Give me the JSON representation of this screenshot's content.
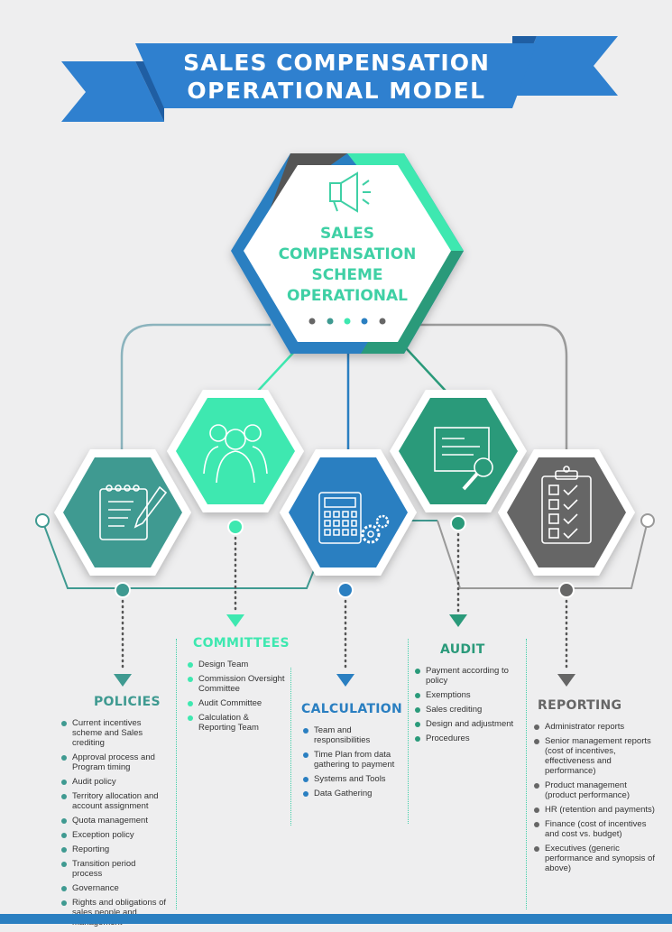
{
  "title": {
    "line1": "SALES COMPENSATION",
    "line2": "OPERATIONAL MODEL"
  },
  "center": {
    "lines": [
      "SALES",
      "COMPENSATION",
      "SCHEME",
      "OPERATIONAL"
    ],
    "icon": "megaphone-icon"
  },
  "colors": {
    "banner": "#2f80cf",
    "banner_dark": "#1f5ea3",
    "teal": "#3f9a91",
    "mint": "#3ee8b0",
    "blue": "#2a7fc1",
    "green": "#2a9a7a",
    "gray": "#666666",
    "center_text": "#3fd0a5"
  },
  "hexes": [
    {
      "name": "policies",
      "icon": "notepad-pencil-icon"
    },
    {
      "name": "committees",
      "icon": "people-group-icon"
    },
    {
      "name": "calculation",
      "icon": "calculator-gear-icon"
    },
    {
      "name": "audit",
      "icon": "document-magnifier-icon"
    },
    {
      "name": "reporting",
      "icon": "checklist-clipboard-icon"
    }
  ],
  "columns": {
    "policies": {
      "title": "POLICIES",
      "items": [
        "Current incentives scheme and  Sales crediting",
        "Approval process and Program timing",
        "Audit policy",
        "Territory allocation and account assignment",
        "Quota management",
        "Exception policy",
        "Reporting",
        "Transition period process",
        "Governance",
        "Rights and obligations of sales people and management"
      ]
    },
    "committees": {
      "title": "COMMITTEES",
      "items": [
        "Design Team",
        "Commission Oversight Committee",
        "Audit Committee",
        "Calculation & Reporting Team"
      ]
    },
    "calculation": {
      "title": "CALCULATION",
      "items": [
        "Team and responsibilities",
        "Time Plan from data gathering to payment",
        "Systems and Tools",
        "Data Gathering"
      ]
    },
    "audit": {
      "title": "AUDIT",
      "items": [
        "Payment according to policy",
        "Exemptions",
        "Sales crediting",
        "Design and adjustment",
        "Procedures"
      ]
    },
    "reporting": {
      "title": "REPORTING",
      "items": [
        "Administrator reports",
        "Senior management reports (cost of incentives, effectiveness and performance)",
        "Product management (product performance)",
        "HR (retention and payments)",
        "Finance (cost of incentives and cost vs. budget)",
        "Executives (generic performance and synopsis of above)"
      ]
    }
  }
}
